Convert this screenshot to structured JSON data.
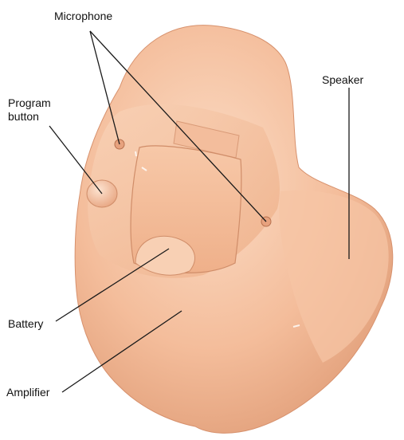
{
  "labels": {
    "microphone": "Microphone",
    "program_button": "Program\nbutton",
    "speaker": "Speaker",
    "battery": "Battery",
    "amplifier": "Amplifier"
  },
  "colors": {
    "shell_light": "#f8cdb0",
    "shell_mid": "#f0b58f",
    "shell_dark": "#d98f6c",
    "leader_line": "#1a1a1a",
    "label_text": "#111111"
  }
}
